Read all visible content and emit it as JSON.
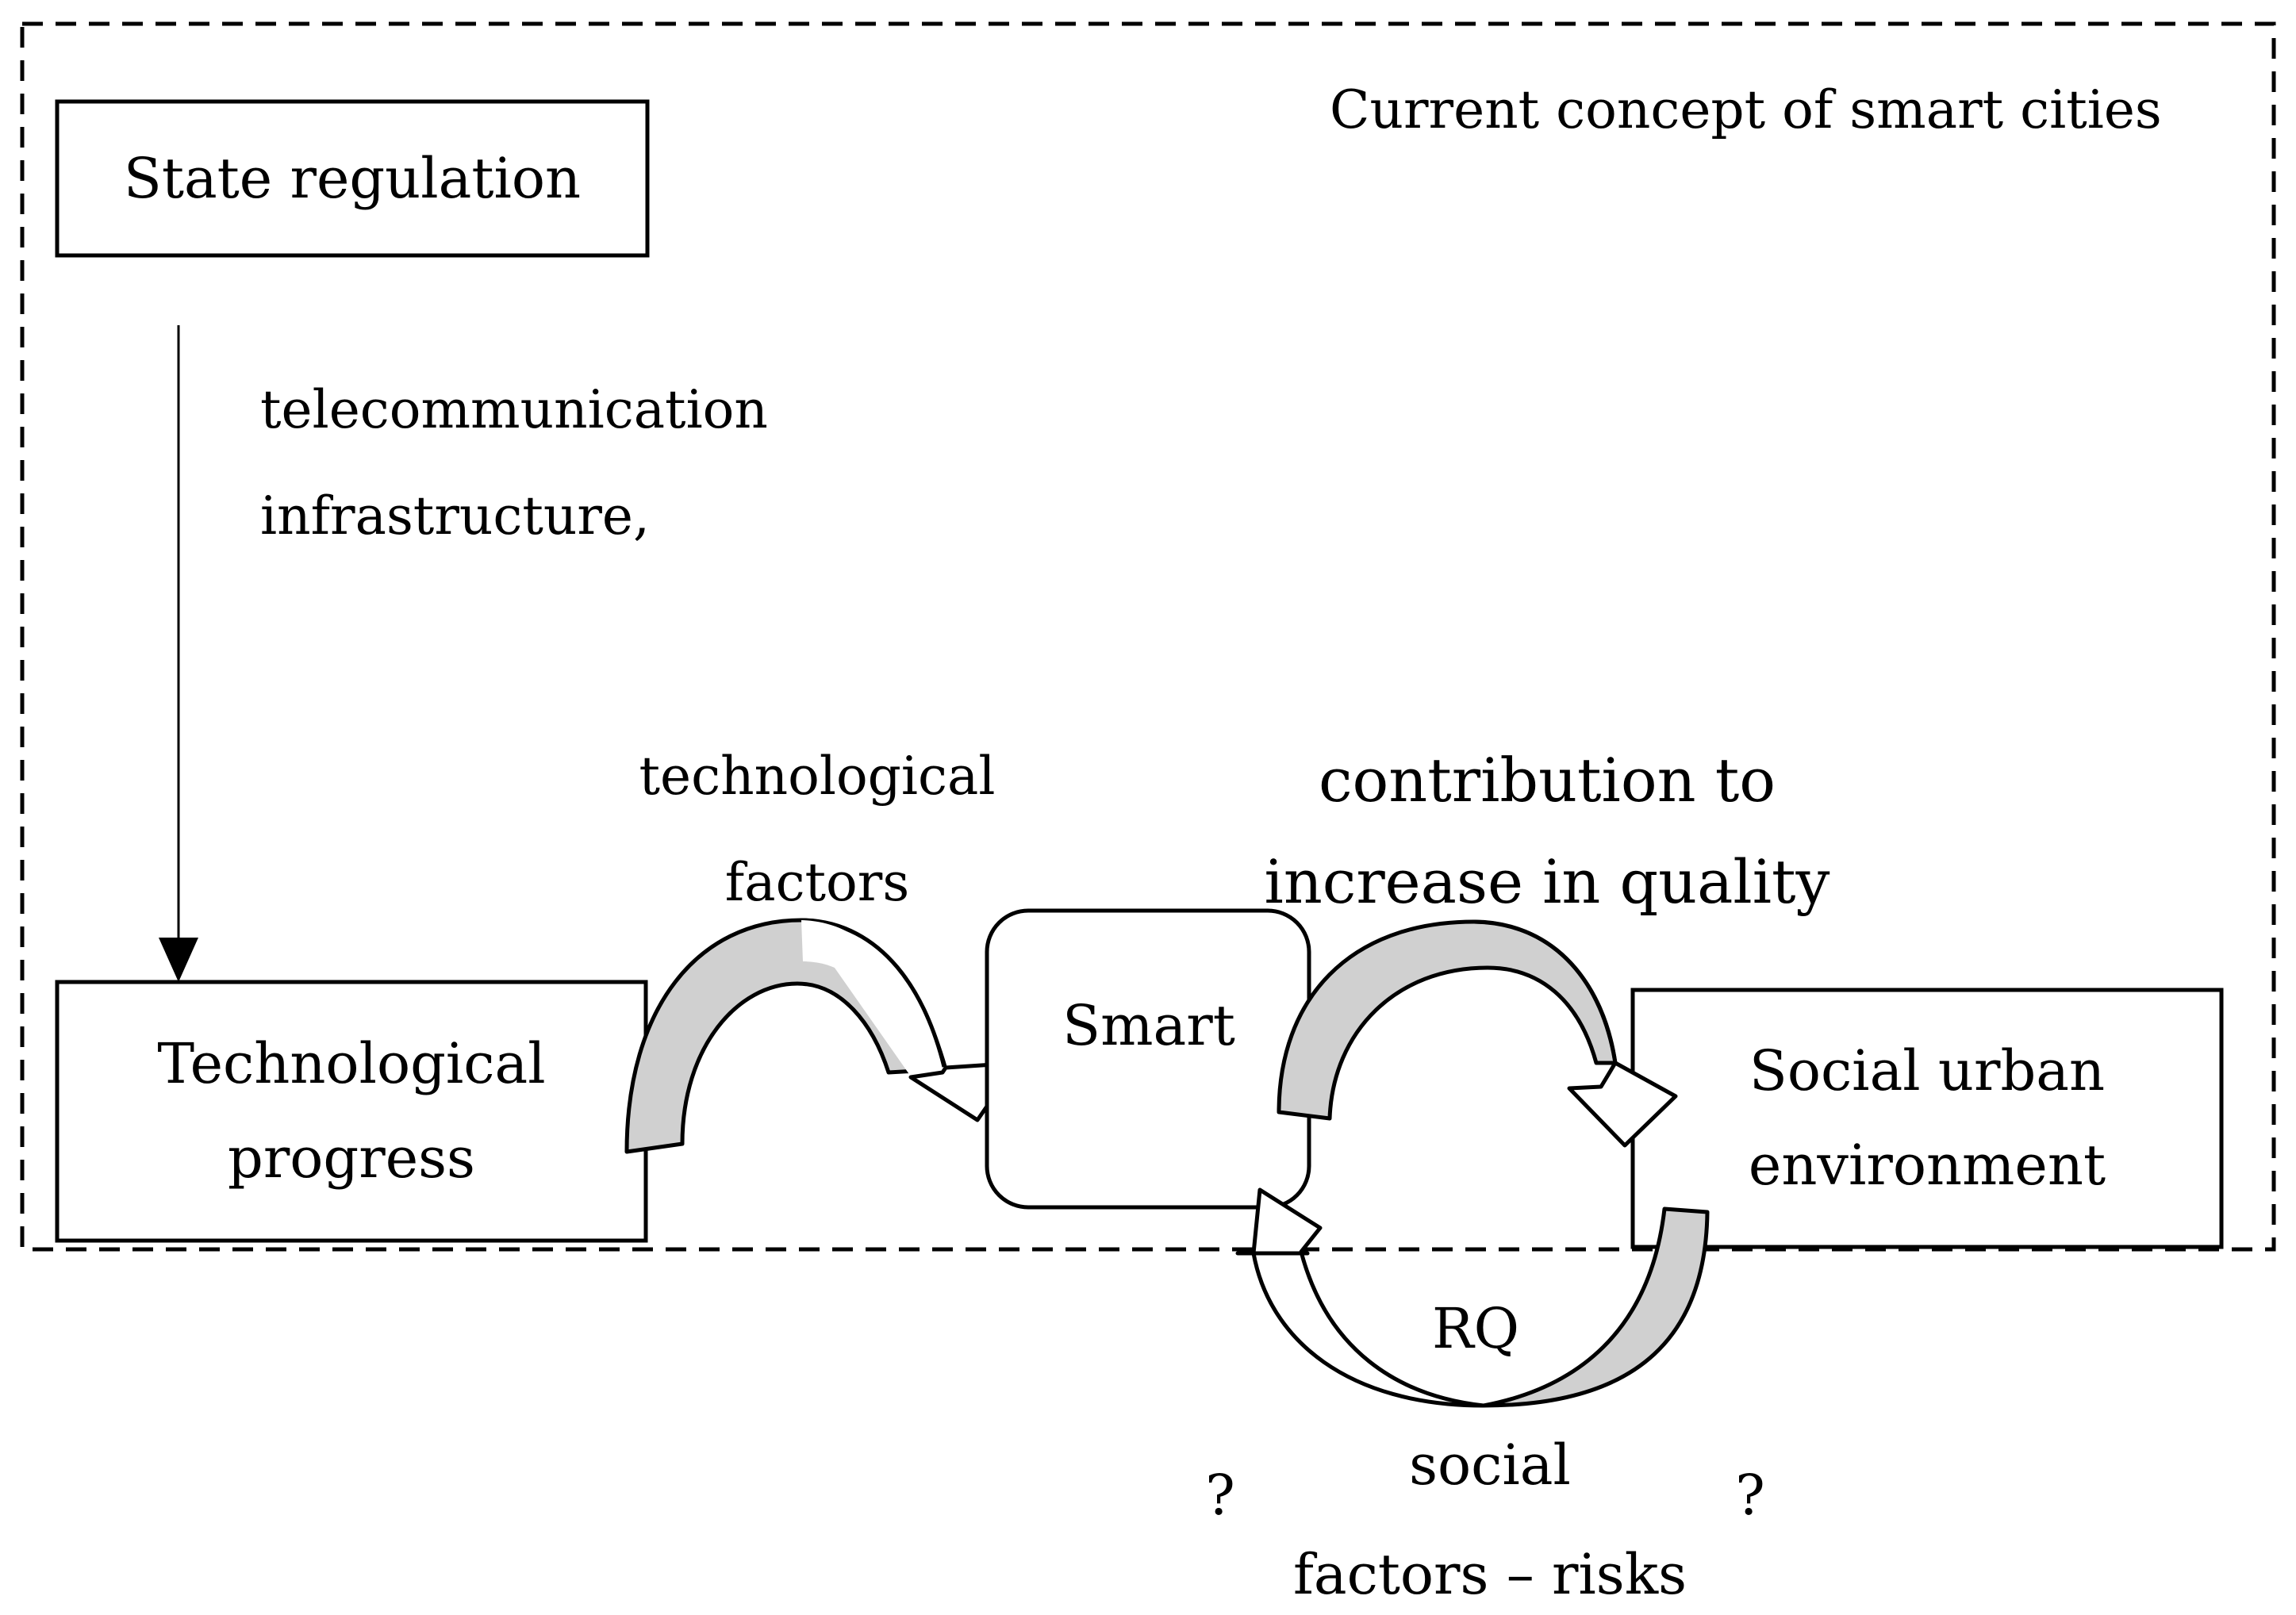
{
  "frame": {
    "title": "Current concept of smart cities"
  },
  "nodes": {
    "state_regulation": "State regulation",
    "technological_progress": [
      "Technological",
      "progress"
    ],
    "smart": "Smart",
    "social_urban_environment": [
      "Social urban",
      "environment"
    ]
  },
  "edges": {
    "state_to_tech": [
      "telecommunication",
      "infrastructure,"
    ],
    "tech_to_smart": [
      "technological",
      "factors"
    ],
    "smart_to_social": [
      "contribution to",
      "increase in quality"
    ],
    "social_to_smart": [
      "social",
      "factors – risks"
    ]
  },
  "annotations": {
    "rq": "RQ",
    "question_left": "?",
    "question_right": "?"
  },
  "colors": {
    "stroke": "#000000",
    "arrow_fill": "#d0d0d0",
    "arrow_head_fill": "#ffffff",
    "background": "#ffffff"
  }
}
